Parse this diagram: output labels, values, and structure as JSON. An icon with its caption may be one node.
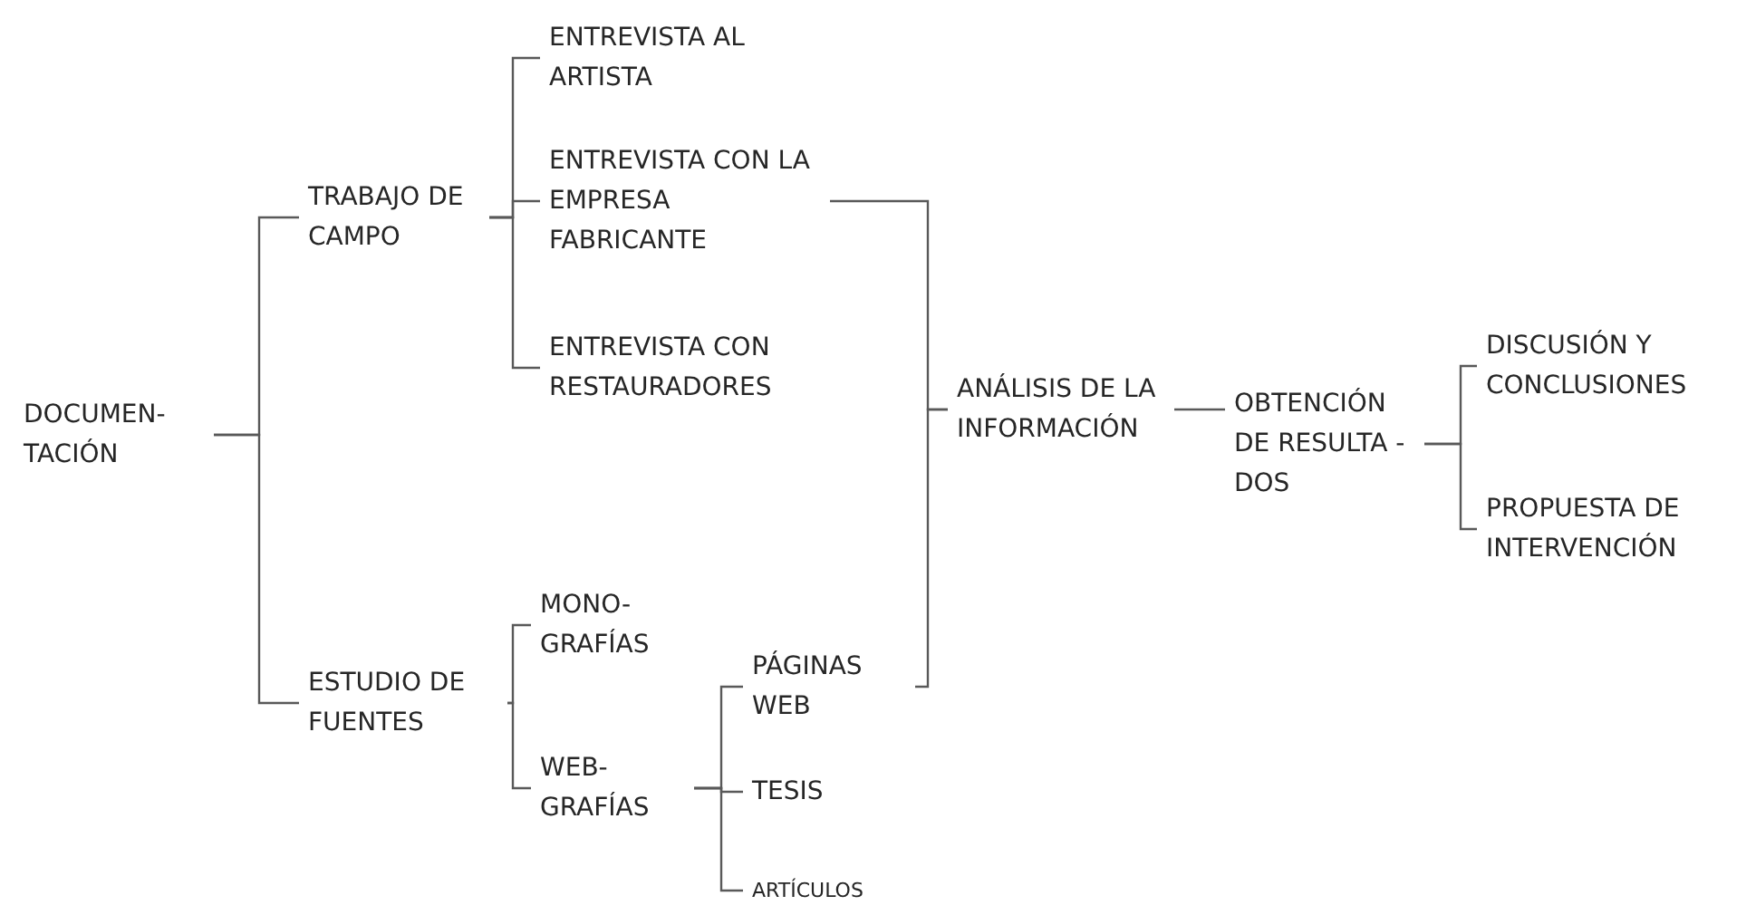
{
  "diagram": {
    "nodes": [
      {
        "text": [
          "DOCUMEN- TACIÓN"
        ]
      },
      {
        "text": [
          "TRABAJO DE CAMPO"
        ]
      },
      {
        "text": [
          "ENTREVISTA AL ARTISTA"
        ]
      },
      {
        "text": [
          "ENTREVISTA CON LA EMPRESA FABRICANTE"
        ]
      },
      {
        "text": [
          "ENTREVISTA CON RESTAURADORES"
        ]
      },
      {
        "text": [
          "ESTUDIO DE FUENTES"
        ]
      },
      {
        "text": [
          "MONO- GRAFÍAS"
        ]
      },
      {
        "text": [
          "WEB- GRAFÍAS"
        ]
      },
      {
        "text": [
          "PÁGINAS WEB"
        ]
      },
      {
        "text": [
          "TESIS"
        ]
      },
      {
        "text": [
          "ARTÍCULOS"
        ]
      },
      {
        "text": [
          "ANÁLISIS DE LA INFORMACIÓN"
        ]
      },
      {
        "text": [
          "OBTENCIÓN DE RESULTA - DOS"
        ]
      },
      {
        "text": [
          "DISCUSIÓN Y CONCLUSIONES"
        ]
      },
      {
        "text": [
          "PROPUESTA DE INTERVENCIÓN"
        ]
      }
    ],
    "edges": [
      {
        "from": 0,
        "to": 1,
        "arrow": "none"
      },
      {
        "from": 0,
        "to": 5,
        "arrow": "none"
      },
      {
        "from": 1,
        "to": 2,
        "arrow": "none"
      },
      {
        "from": 1,
        "to": 3,
        "arrow": "none"
      },
      {
        "from": 1,
        "to": 4,
        "arrow": "none"
      },
      {
        "from": 5,
        "to": 6,
        "arrow": "none"
      },
      {
        "from": 5,
        "to": 7,
        "arrow": "none"
      },
      {
        "from": 7,
        "to": 8,
        "arrow": "none"
      },
      {
        "from": 7,
        "to": 9,
        "arrow": "none"
      },
      {
        "from": 7,
        "to": 10,
        "arrow": "none"
      },
      {
        "from": 3,
        "to": 11,
        "arrow": "none"
      },
      {
        "from": 8,
        "to": 11,
        "arrow": "none"
      },
      {
        "from": 11,
        "to": 12,
        "arrow": "none"
      },
      {
        "from": 12,
        "to": 13,
        "arrow": "none"
      },
      {
        "from": 12,
        "to": 14,
        "arrow": "none"
      }
    ]
  }
}
